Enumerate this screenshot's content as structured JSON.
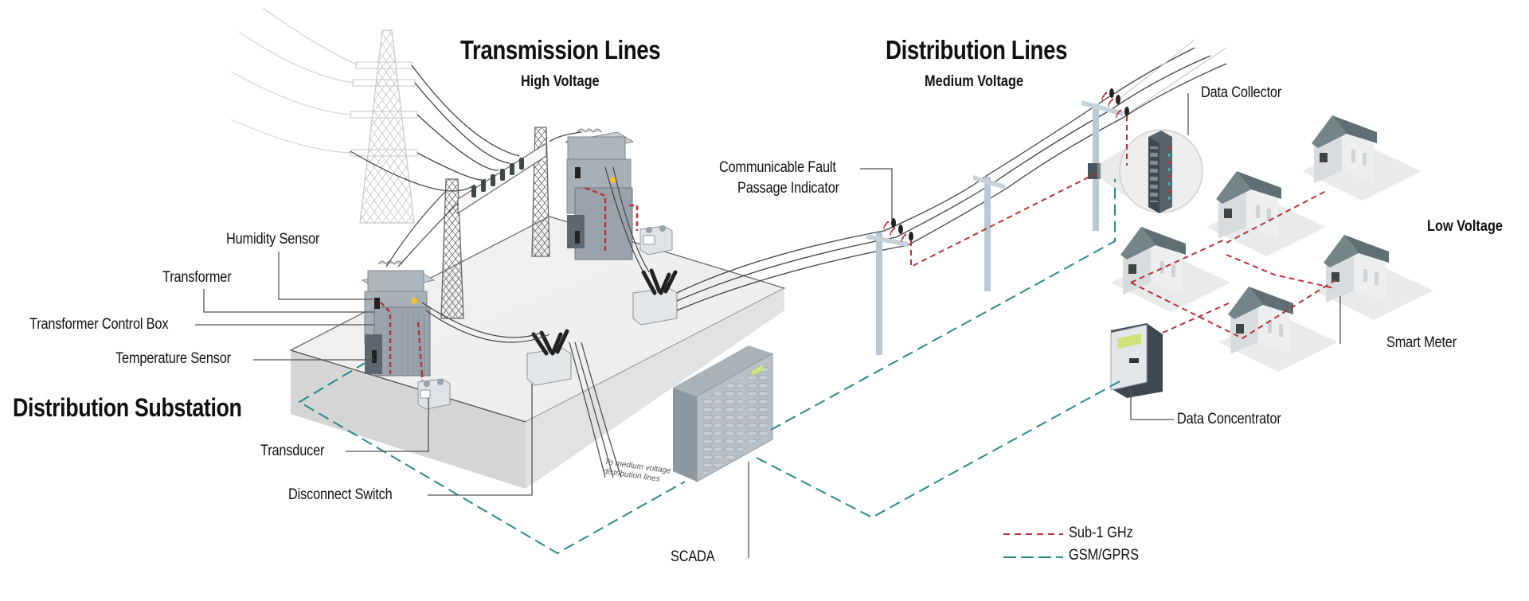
{
  "headings": {
    "transmission_title": "Transmission Lines",
    "transmission_sub": "High Voltage",
    "distribution_title": "Distribution Lines",
    "distribution_sub": "Medium Voltage",
    "low_voltage": "Low Voltage",
    "substation_title": "Distribution Substation"
  },
  "labels": {
    "humidity_sensor": "Humidity Sensor",
    "transformer": "Transformer",
    "transformer_control_box": "Transformer Control Box",
    "temperature_sensor": "Temperature Sensor",
    "transducer": "Transducer",
    "disconnect_switch": "Disconnect Switch",
    "scada": "SCADA",
    "fault_indicator_line1": "Communicable Fault",
    "fault_indicator_line2": "Passage Indicator",
    "data_collector": "Data Collector",
    "smart_meter": "Smart Meter",
    "data_concentrator": "Data Concentrator",
    "note_line1": "To medium voltage",
    "note_line2": "distribution lines"
  },
  "legend": [
    {
      "label": "Sub-1 GHz",
      "style": "short-dash",
      "color": "#b8323a",
      "icon": "sub1ghz-line-icon"
    },
    {
      "label": "GSM/GPRS",
      "style": "long-dash",
      "color": "#2a8a8a",
      "icon": "gsm-gprs-line-icon"
    }
  ],
  "colors": {
    "sub1ghz": "#b8323a",
    "gsm": "#2a8a8a",
    "equipment": "#9aa3ab",
    "equipment_dark": "#5d6770",
    "roof": "#74858a",
    "house_wall": "#d9dcde",
    "pad": "#e9eaeb",
    "pole": "#b9c8d2",
    "wire": "#555555"
  }
}
